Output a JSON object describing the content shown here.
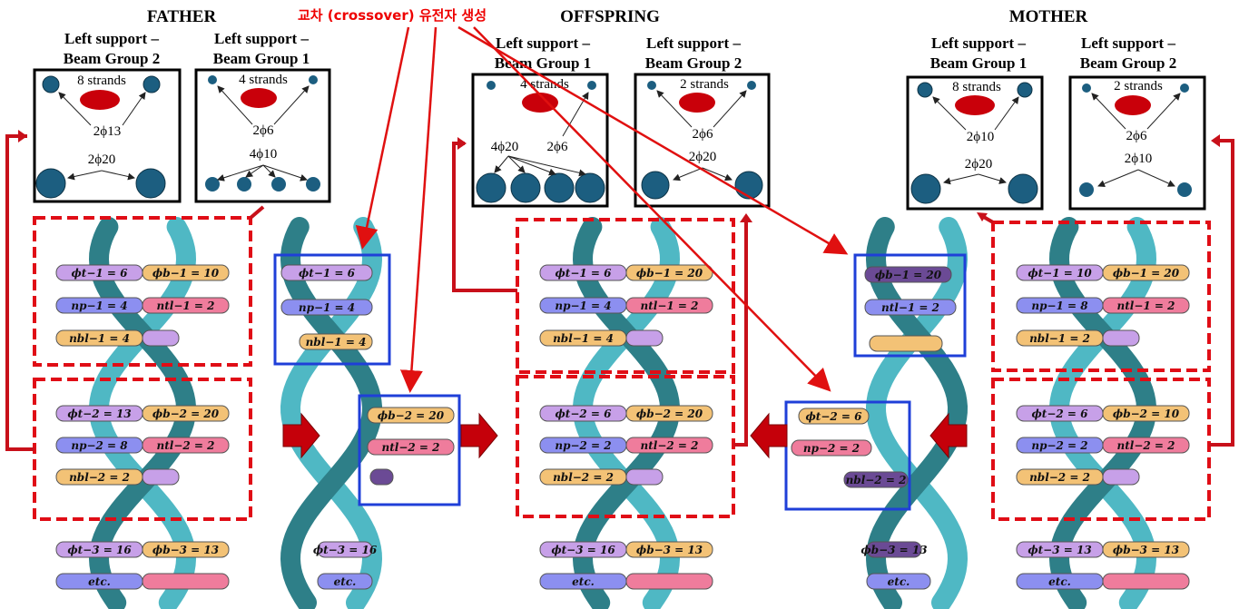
{
  "title_note": "교차 (crossover) 유전자 생성",
  "columns": {
    "father": "FATHER",
    "offspring": "OFFSPRING",
    "mother": "MOTHER"
  },
  "sections": {
    "father_g2": {
      "heading": [
        "Left support –",
        "Beam Group 2"
      ],
      "strands": "8 strands",
      "top": "2ϕ13",
      "bottom": "2ϕ20"
    },
    "father_g1": {
      "heading": [
        "Left support –",
        "Beam Group 1"
      ],
      "strands": "4 strands",
      "top": "2ϕ6",
      "bottom": "4ϕ10"
    },
    "off_g1": {
      "heading": [
        "Left support –",
        "Beam Group 1"
      ],
      "strands": "4 strands",
      "top": "2ϕ6",
      "bottom": "4ϕ20"
    },
    "off_g2": {
      "heading": [
        "Left support –",
        "Beam Group 2"
      ],
      "strands": "2 strands",
      "top": "2ϕ6",
      "bottom": "2ϕ20"
    },
    "mother_g1": {
      "heading": [
        "Left support –",
        "Beam Group 1"
      ],
      "strands": "8 strands",
      "top": "2ϕ10",
      "bottom": "2ϕ20"
    },
    "mother_g2": {
      "heading": [
        "Left support –",
        "Beam Group 2"
      ],
      "strands": "2 strands",
      "top": "2ϕ6",
      "bottom": "2ϕ10"
    }
  },
  "dna": {
    "father": [
      "ϕt−1 = 6",
      "ϕb−1 = 10",
      "np−1 = 4",
      "ntl−1 = 2",
      "nbl−1 = 4",
      "ϕt−2 = 13",
      "ϕb−2 = 20",
      "np−2 = 8",
      "ntl−2 = 2",
      "nbl−2 = 2",
      "ϕt−3 = 16",
      "ϕb−3 = 13",
      "etc."
    ],
    "father_part": [
      "ϕt−1 = 6",
      "np−1 = 4",
      "nbl−1 = 4",
      "ϕb−2 = 20",
      "ntl−2 = 2",
      "ϕt−3 = 16",
      "etc."
    ],
    "offspring": [
      "ϕt−1 = 6",
      "ϕb−1 = 20",
      "np−1 = 4",
      "ntl−1 = 2",
      "nbl−1 = 4",
      "ϕt−2 = 6",
      "ϕb−2 = 20",
      "np−2 = 2",
      "ntl−2 = 2",
      "nbl−2 = 2",
      "ϕt−3 = 16",
      "ϕb−3 = 13",
      "etc."
    ],
    "mother_part": [
      "ϕb−1 = 20",
      "ntl−1 = 2",
      "ϕt−2 = 6",
      "np−2 = 2",
      "nbl−2 = 2",
      "ϕb−3 = 13",
      "etc."
    ],
    "mother": [
      "ϕt−1 = 10",
      "ϕb−1 = 20",
      "np−1 = 8",
      "ntl−1 = 2",
      "nbl−1 = 2",
      "ϕt−2 = 6",
      "ϕb−2 = 10",
      "np−2 = 2",
      "ntl−2 = 2",
      "nbl−2 = 2",
      "ϕt−3 = 13",
      "ϕb−3 = 13",
      "etc."
    ]
  },
  "colors": {
    "helix": "#4fb8c4",
    "helix_dark": "#2e7f88",
    "purple": "#c7a0e8",
    "orange": "#f3c276",
    "blue": "#8c8ff0",
    "pink": "#ef7c9c",
    "red": "#d8101a",
    "box_blue": "#1f3fd8"
  }
}
